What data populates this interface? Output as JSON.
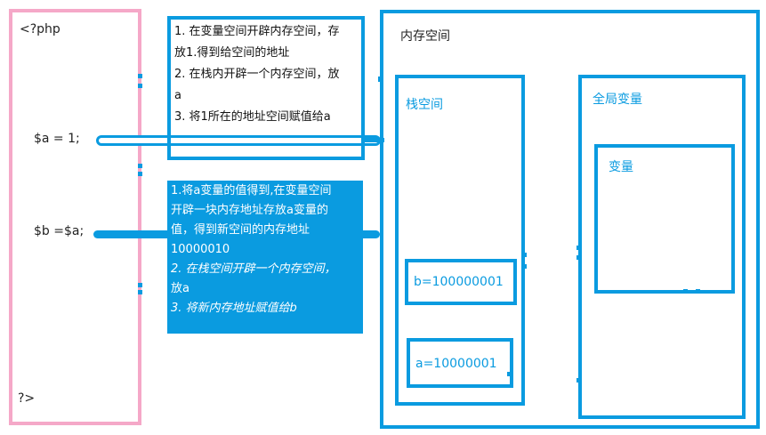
{
  "code": {
    "open_tag": "<?php",
    "line_a": "$a = 1;",
    "line_b": "$b =$a;",
    "close_tag": "?>"
  },
  "note_top": {
    "lines": [
      "1. 在变量空间开辟内存空间，存",
      "放1.得到给空间的地址",
      "2. 在栈内开辟一个内存空间，放",
      "a",
      "3. 将1所在的地址空间赋值给a"
    ]
  },
  "note_bottom": {
    "lines": [
      "1.将a变量的值得到,在变量空间",
      "开辟一块内存地址存放a变量的",
      "值，得到新空间的内存地址",
      "10000010",
      "2. 在栈空间开辟一个内存空间，",
      "放a",
      "3. 将新内存地址赋值给b"
    ]
  },
  "memory": {
    "title": "内存空间",
    "stack_title": "栈空间",
    "stack_b": "b=100000001",
    "stack_a": "a=10000001",
    "global_title": "全局变量",
    "variable_title": "变量"
  },
  "colors": {
    "accent_blue": "#0a9be0",
    "code_border_pink": "#f5a8c8"
  }
}
